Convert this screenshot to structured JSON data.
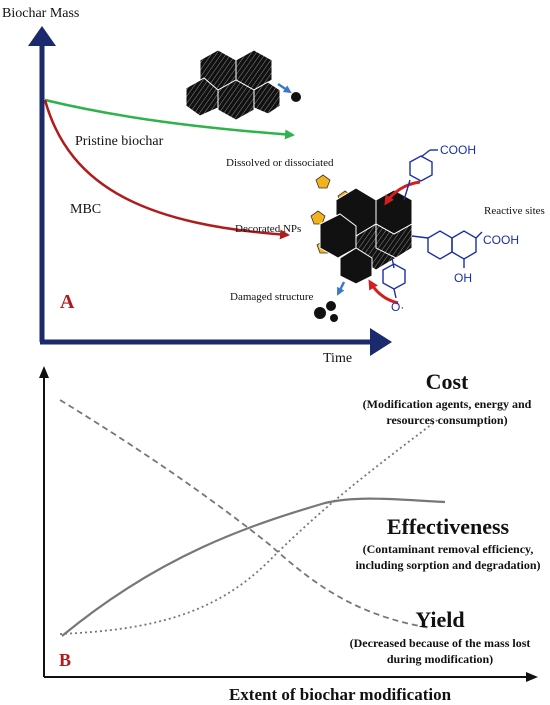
{
  "panel_a": {
    "y_axis_label": "Biochar Mass",
    "x_axis_label": "Time",
    "panel_letter": "A",
    "curve_pristine_label": "Pristine biochar",
    "curve_mbc_label": "MBC",
    "labels": {
      "dissolved": "Dissolved or dissociated",
      "decorated": "Decorated NPs",
      "damaged": "Damaged structure",
      "reactive": "Reactive sites"
    },
    "chem": {
      "cooh_top": "COOH",
      "cooh_right": "COOH",
      "oh": "OH",
      "o_radical": "O·"
    },
    "colors": {
      "axis": "#1a2a6c",
      "pristine": "#2db34a",
      "mbc": "#b01c1c",
      "pentagon": "#f2b21b",
      "arrow": "#d21f1f",
      "small_arrow": "#3b78c9",
      "chem": "#1a2ea8"
    }
  },
  "panel_b": {
    "panel_letter": "B",
    "x_axis_label": "Extent of biochar modification",
    "cost": {
      "title": "Cost",
      "desc_line1": "(Modification agents, energy and",
      "desc_line2": "resources consumption)"
    },
    "effectiveness": {
      "title": "Effectiveness",
      "desc_line1": "(Contaminant removal efficiency,",
      "desc_line2": "including sorption and degradation)"
    },
    "yield": {
      "title": "Yield",
      "desc_line1": "(Decreased because of the mass lost",
      "desc_line2": "during modification)"
    }
  }
}
